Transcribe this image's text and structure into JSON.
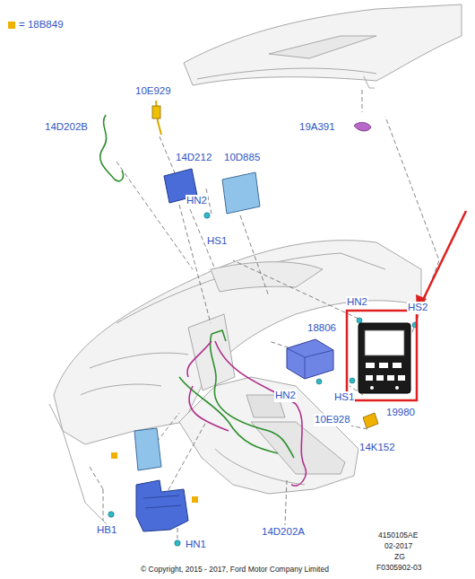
{
  "diagram": {
    "labels": [
      "10E929",
      "14D202B",
      "14D212",
      "10D885",
      "19A391",
      "HN2",
      "HS1",
      "HN2",
      "HS2",
      "18806",
      "HN2",
      "HS1",
      "10E928",
      "19980",
      "14K152",
      "HB1",
      "HN1",
      "14D202A",
      "4150105AE",
      "02-2017",
      "ZG",
      "F0305902-03",
      "© Copyright, 2015 - 2017, Ford Motor Company Limited"
    ],
    "legend": [
      {
        "text": "= 18B849",
        "color": "#f0b000"
      }
    ]
  }
}
